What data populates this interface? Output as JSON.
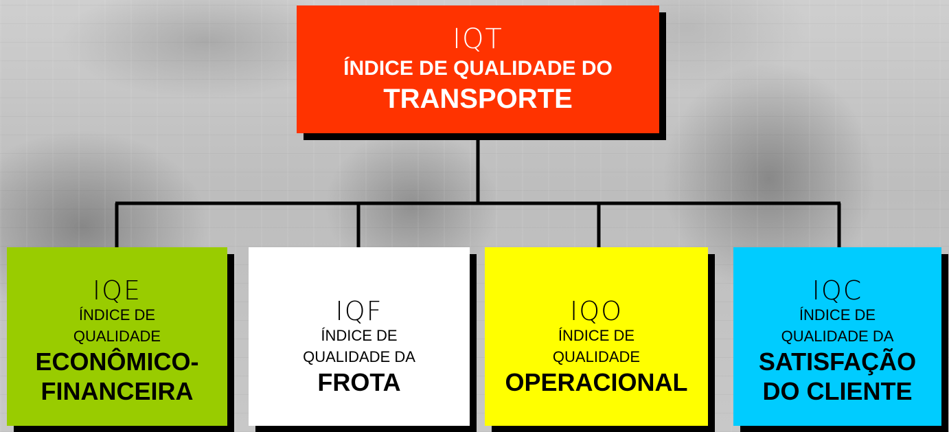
{
  "top": {
    "abbr": "IQT",
    "line1": "ÍNDICE DE QUALIDADE DO",
    "line2": "TRANSPORTE",
    "color": "#ff3300"
  },
  "children": [
    {
      "abbr": "IQE",
      "line1": "ÍNDICE DE",
      "line2": "QUALIDADE",
      "bold1": "ECONÔMICO-",
      "bold2": "FINANCEIRA",
      "color": "#99cc00"
    },
    {
      "abbr": "IQF",
      "line1": "ÍNDICE DE",
      "line2": "QUALIDADE DA",
      "bold1": "FROTA",
      "color": "#ffffff"
    },
    {
      "abbr": "IQO",
      "line1": "ÍNDICE DE",
      "line2": "QUALIDADE",
      "bold1": "OPERACIONAL",
      "color": "#ffff00"
    },
    {
      "abbr": "IQC",
      "line1": "ÍNDICE DE",
      "line2": "QUALIDADE DA",
      "bold1": "SATISFAÇÃO",
      "bold2": "DO CLIENTE",
      "color": "#00ccff"
    }
  ]
}
